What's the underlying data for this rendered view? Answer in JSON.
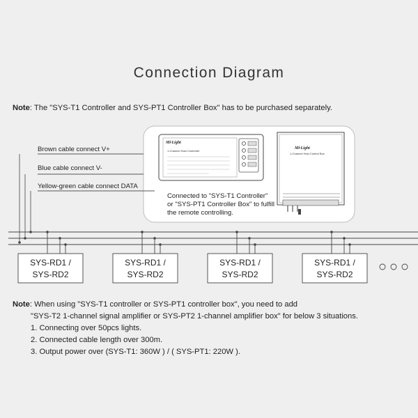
{
  "title": "Connection Diagram",
  "note_top": {
    "label": "Note",
    "text": ": The \"SYS-T1 Controller and SYS-PT1 Controller Box\" has to be purchased separately."
  },
  "cables": [
    {
      "label": "Brown cable connect V+"
    },
    {
      "label": "Blue cable connect V-"
    },
    {
      "label": "Yellow-green cable connect DATA"
    }
  ],
  "controller_note": [
    "Connected to \"SYS-T1 Controller\"",
    "or \"SYS-PT1 Controller Box\" to fulfill",
    "the remote controlling."
  ],
  "controller": {
    "brand": "Mi·Light",
    "name": "1-Channel Host Controller",
    "box_brand": "Mi·Light",
    "box_name": "1-Channel Host Control Box"
  },
  "devices": [
    {
      "line1": "SYS-RD1 /",
      "line2": "SYS-RD2"
    },
    {
      "line1": "SYS-RD1 /",
      "line2": "SYS-RD2"
    },
    {
      "line1": "SYS-RD1 /",
      "line2": "SYS-RD2"
    },
    {
      "line1": "SYS-RD1 /",
      "line2": "SYS-RD2"
    }
  ],
  "note_bottom": {
    "label": "Note",
    "line1": ": When using \"SYS-T1 controller or SYS-PT1 controller box\", you need to add",
    "line2": "\"SYS-T2 1-channel signal amplifier or SYS-PT2 1-channel amplifier box\" for below 3 situations.",
    "items": [
      "1. Connecting over 50pcs lights.",
      "2. Connected cable length over 300m.",
      "3. Output power over (SYS-T1: 360W ) / ( SYS-PT1: 220W )."
    ]
  }
}
